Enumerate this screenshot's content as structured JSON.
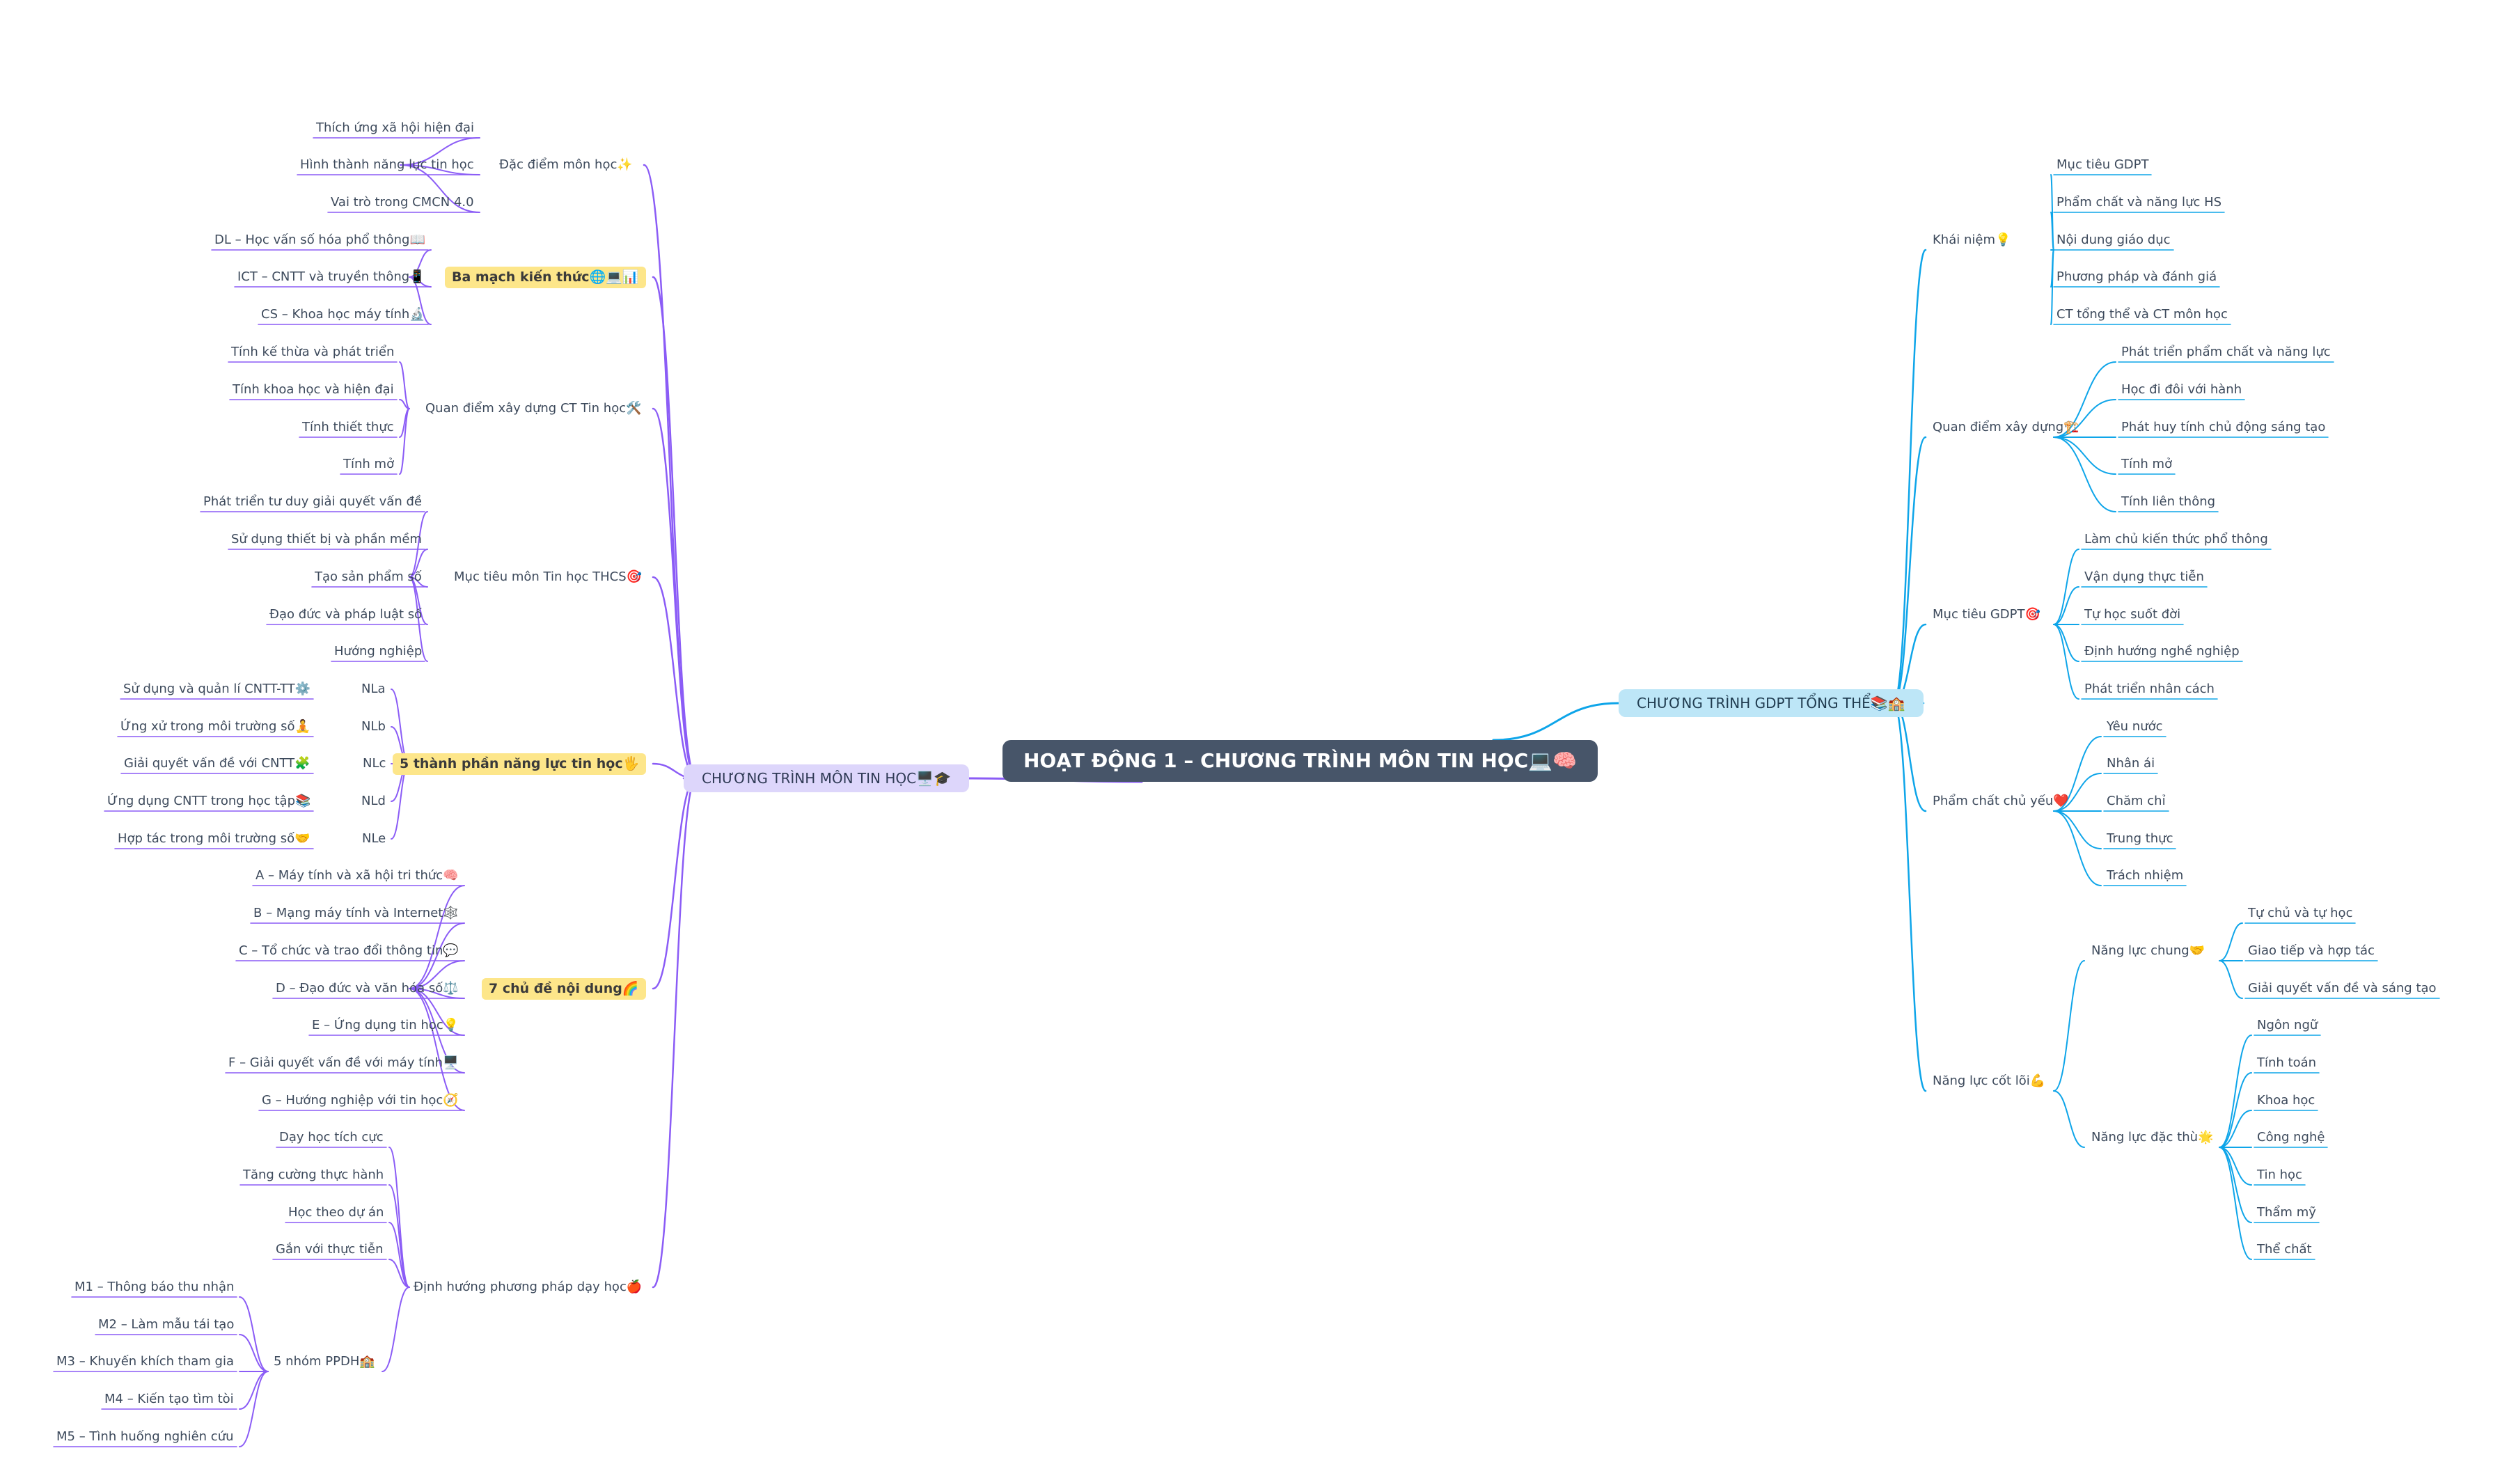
{
  "central": "HOẠT ĐỘNG 1 – CHƯƠNG TRÌNH MÔN TIN HỌC💻🧠",
  "left": {
    "title": "CHƯƠNG TRÌNH MÔN TIN HỌC🖥️🎓",
    "color": "#8b5cf6",
    "branches": [
      {
        "title": "Đặc điểm môn học✨",
        "children": [
          "Thích ứng xã hội hiện đại",
          "Hình thành năng lực tin học",
          "Vai trò trong CMCN 4.0"
        ]
      },
      {
        "title": "Ba mạch kiến thức🌐💻📊",
        "children": [
          "DL – Học vấn số hóa phổ thông📖",
          "ICT – CNTT và truyền thông📱",
          "CS – Khoa học máy tính🔬"
        ]
      },
      {
        "title": "Quan điểm xây dựng CT Tin học🛠️",
        "children": [
          "Tính kế thừa và phát triển",
          "Tính khoa học và hiện đại",
          "Tính thiết thực",
          "Tính mở"
        ]
      },
      {
        "title": "Mục tiêu môn Tin học THCS🎯",
        "children": [
          "Phát triển tư duy giải quyết vấn đề",
          "Sử dụng thiết bị và phần mềm",
          "Tạo sản phẩm số",
          "Đạo đức và pháp luật số",
          "Hướng nghiệp"
        ]
      },
      {
        "title": "5 thành phần năng lực tin học🖐️",
        "children": [
          {
            "title": "NLa",
            "children": [
              "Sử dụng và quản lí CNTT-TT⚙️"
            ]
          },
          {
            "title": "NLb",
            "children": [
              "Ứng xử trong môi trường số🧘"
            ]
          },
          {
            "title": "NLc",
            "children": [
              "Giải quyết vấn đề với CNTT🧩"
            ]
          },
          {
            "title": "NLd",
            "children": [
              "Ứng dụng CNTT trong học tập📚"
            ]
          },
          {
            "title": "NLe",
            "children": [
              "Hợp tác trong môi trường số🤝"
            ]
          }
        ]
      },
      {
        "title": "7 chủ đề nội dung🌈",
        "children": [
          "A – Máy tính và xã hội tri thức🧠",
          "B – Mạng máy tính và Internet🕸️",
          "C – Tổ chức và trao đổi thông tin💬",
          "D – Đạo đức và văn hóa số⚖️",
          "E – Ứng dụng tin học💡",
          "F – Giải quyết vấn đề với máy tính🖥️",
          "G – Hướng nghiệp với tin học🧭"
        ]
      },
      {
        "title": "Định hướng phương pháp dạy học🍎",
        "children": [
          "Dạy học tích cực",
          "Tăng cường thực hành",
          "Học theo dự án",
          "Gắn với thực tiễn",
          {
            "title": "5 nhóm PPDH🏫",
            "children": [
              "M1 – Thông báo thu nhận",
              "M2 – Làm mẫu tái tạo",
              "M3 – Khuyến khích tham gia",
              "M4 – Kiến tạo tìm tòi",
              "M5 – Tình huống nghiên cứu"
            ]
          }
        ]
      }
    ]
  },
  "right": {
    "title": "CHƯƠNG TRÌNH GDPT TỔNG THỂ📚🏫",
    "color": "#0ea5e9",
    "branches": [
      {
        "title": "Khái niệm💡",
        "children": [
          "Mục tiêu GDPT",
          "Phẩm chất và năng lực HS",
          "Nội dung giáo dục",
          "Phương pháp và đánh giá",
          "CT tổng thể và CT môn học"
        ]
      },
      {
        "title": "Quan điểm xây dựng🏗️",
        "children": [
          "Phát triển phẩm chất và năng lực",
          "Học đi đôi với hành",
          "Phát huy tính chủ động sáng tạo",
          "Tính mở",
          "Tính liên thông"
        ]
      },
      {
        "title": "Mục tiêu GDPT🎯",
        "children": [
          "Làm chủ kiến thức phổ thông",
          "Vận dụng thực tiễn",
          "Tự học suốt đời",
          "Định hướng nghề nghiệp",
          "Phát triển nhân cách"
        ]
      },
      {
        "title": "Phẩm chất chủ yếu❤️",
        "children": [
          "Yêu nước",
          "Nhân ái",
          "Chăm chỉ",
          "Trung thực",
          "Trách nhiệm"
        ]
      },
      {
        "title": "Năng lực cốt lõi💪",
        "children": [
          {
            "title": "Năng lực chung🤝",
            "children": [
              "Tự chủ và tự học",
              "Giao tiếp và hợp tác",
              "Giải quyết vấn đề và sáng tạo"
            ]
          },
          {
            "title": "Năng lực đặc thù🌟",
            "children": [
              "Ngôn ngữ",
              "Tính toán",
              "Khoa học",
              "Công nghệ",
              "Tin học",
              "Thẩm mỹ",
              "Thể chất"
            ]
          }
        ]
      }
    ]
  }
}
